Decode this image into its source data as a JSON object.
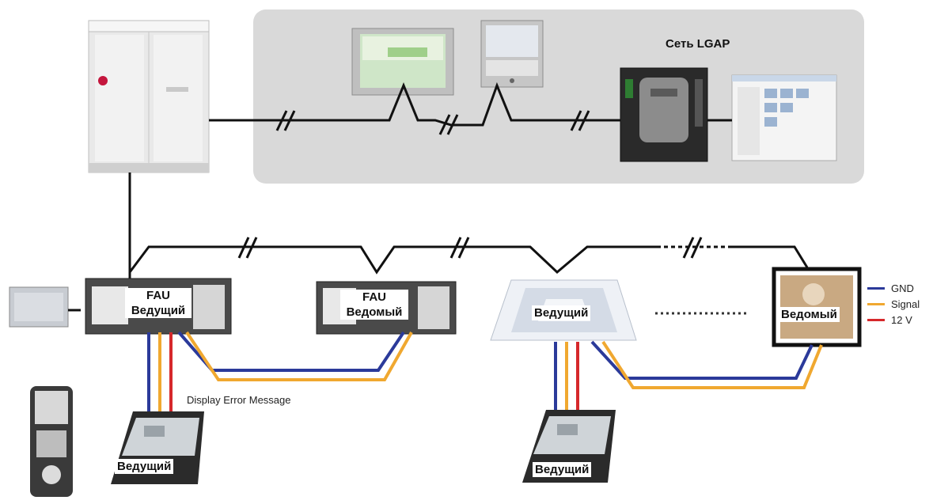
{
  "network": {
    "title": "Сеть LGAP"
  },
  "units": {
    "fau_master": {
      "line1": "FAU",
      "line2": "Ведущий"
    },
    "fau_slave": {
      "line1": "FAU",
      "line2": "Ведомый"
    },
    "cassette_master": {
      "label": "Ведущий"
    },
    "panel_slave": {
      "label": "Ведомый"
    },
    "controller_left": {
      "label": "Ведущий"
    },
    "controller_right": {
      "label": "Ведущий"
    }
  },
  "annotation": {
    "error_message": "Display Error Message"
  },
  "legend": {
    "items": [
      {
        "label": "GND",
        "color": "#2b3a9a",
        "icon": "wire-gnd-icon"
      },
      {
        "label": "Signal",
        "color": "#f0a830",
        "icon": "wire-signal-icon"
      },
      {
        "label": "12 V",
        "color": "#d6282b",
        "icon": "wire-12v-icon"
      }
    ]
  },
  "colors": {
    "gnd": "#2b3a9a",
    "signal": "#f0a830",
    "v12": "#d6282b",
    "bus": "#111111",
    "network_bg": "#d9d9d9"
  },
  "icons": [
    "outdoor-unit-icon",
    "touch-controller-icon",
    "central-controller-icon",
    "gateway-icon",
    "pc-screen-icon",
    "dry-contact-icon",
    "wired-remote-icon",
    "wireless-remote-icon",
    "duct-unit-icon",
    "cassette-unit-icon",
    "wall-panel-icon"
  ]
}
